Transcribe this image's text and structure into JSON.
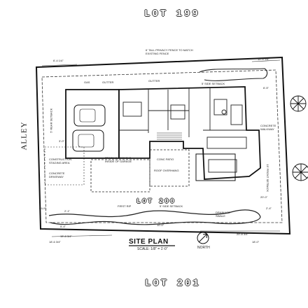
{
  "lots": {
    "top": "LOT 199",
    "middle": "LOT 200",
    "bottom": "LOT 201"
  },
  "alley": "ALLEY",
  "title": {
    "main": "SITE PLAN",
    "scale": "SCALE: 1/8\" = 1'-0\"",
    "north": "NORTH"
  },
  "notes": {
    "fence": "6' TALL PRIVACY FENCE TO MATCH EXISTING FENCE",
    "side_setback_top": "5' SIDE SETBACK",
    "side_setback_bottom": "5' SIDE SETBACK",
    "rear_setback": "5' REAR SETBACK",
    "front_setback": "15' FRONT SETBACK",
    "gas": "GAS",
    "gutter_left": "GUTTER",
    "gutter_right": "GUTTER",
    "concrete_walkway": "CONCRETE WALKWAY",
    "construction_staging": "CONSTRUCTION STAGING AREA",
    "concrete_driveway": "CONCRETE DRIVEWAY",
    "trash": "TRASH & RECYCLE INSIDE OF GARAGE",
    "patio": "CONC PATIO",
    "roof_overhang": "ROOF OVERHANG",
    "first_rip": "FIRST RIP",
    "drainage_swale": "DRAINAGE SWALE",
    "pul": "P.U.E."
  },
  "dimensions": {
    "top_left": "6'-4 1/4\"",
    "top_right": "10'-4 1/4\"",
    "left_mid": "3'-0\"",
    "right_top": "6'-5\"",
    "right_mid": "20'-0\"",
    "bottom_left": "15'-8 3/4\"",
    "bottom_right": "20'-8 3/4\"",
    "bottom_far_left": "18'-6 3/4\"",
    "bottom_far_right": "18'-0\"",
    "left_lower": "2'-1\"",
    "lower_mid": "5'-4\"",
    "center_lower": "10'-0\"",
    "right_lower": "2'-4\""
  }
}
